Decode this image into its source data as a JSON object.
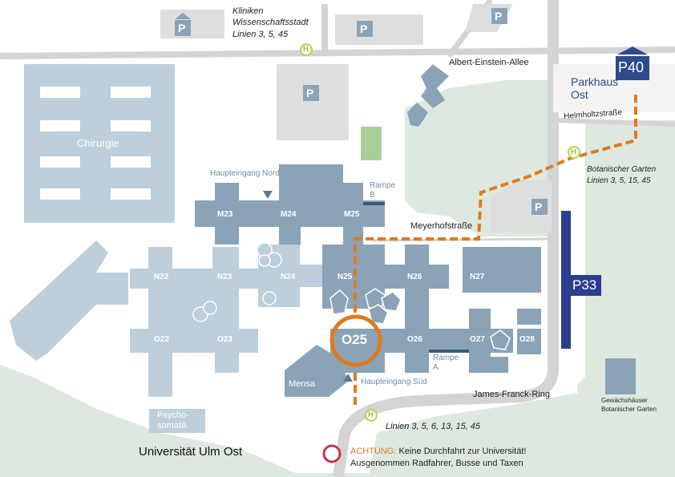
{
  "campus_title": "Universität Ulm Ost",
  "warning": {
    "label": "ACHTUNG:",
    "text": "Keine Durchfahrt zur Universität!",
    "text2": "Ausgenommen Radfahrer, Busse und Taxen"
  },
  "streets": {
    "albert_einstein": "Albert-Einstein-Allee",
    "helmholtz": "Helmholtzstraße",
    "meyerhof": "Meyerhofstraße",
    "james_franck": "James-Franck-Ring"
  },
  "parking": {
    "p40": "P40",
    "p40_name_line1": "Parkhaus",
    "p40_name_line2": "Ost",
    "p33": "P33",
    "p_symbol": "P"
  },
  "bus_stops": {
    "symbol": "H",
    "kliniken_line1": "Kliniken",
    "kliniken_line2": "Wissenschaftsstadt",
    "kliniken_lines": "Linien 3, 5, 45",
    "botanischer_line1": "Botanischer Garten",
    "botanischer_lines": "Linien 3, 5, 15, 45",
    "sued_lines": "Linien 3, 5, 6, 13, 15, 45"
  },
  "entrances": {
    "nord": "Haupteingang Nord",
    "sued": "Haupteingang Süd",
    "rampe_b_line1": "Rampe",
    "rampe_b_line2": "B",
    "rampe_a_line1": "Rampe",
    "rampe_a_line2": "A"
  },
  "buildings": {
    "chirurgie": "Chirurgie",
    "psycho_line1": "Psycho-",
    "psycho_line2": "somatik",
    "mensa": "Mensa",
    "gewaechs_line1": "Gewächshäuser",
    "gewaechs_line2": "Botanischer Garten",
    "m23": "M23",
    "m24": "M24",
    "m25": "M25",
    "n22": "N22",
    "n23": "N23",
    "n24": "N24",
    "n25": "N25",
    "n26": "N26",
    "n27": "N27",
    "o22": "O22",
    "o23": "O23",
    "o25": "O25",
    "o26": "O26",
    "o27": "O27",
    "o28": "O28"
  },
  "colors": {
    "route": "#e07a1f",
    "highlight_building": "#7d97ad",
    "building_dark": "#8aa3b6",
    "building_light": "#bccfdb",
    "p33_blue": "#2b3d8f",
    "p40_blue": "#2d4a8a",
    "green_area": "#dde9de",
    "road": "#d4d4d4",
    "parking_gray": "#dedede",
    "bus_stop": "#b8d64c",
    "warning_red": "#cc3344",
    "sportsfield": "#a8cf96"
  },
  "icons": [
    "bus-stop-icon",
    "parking-sign-icon",
    "entrance-arrow-icon",
    "no-entry-icon"
  ]
}
